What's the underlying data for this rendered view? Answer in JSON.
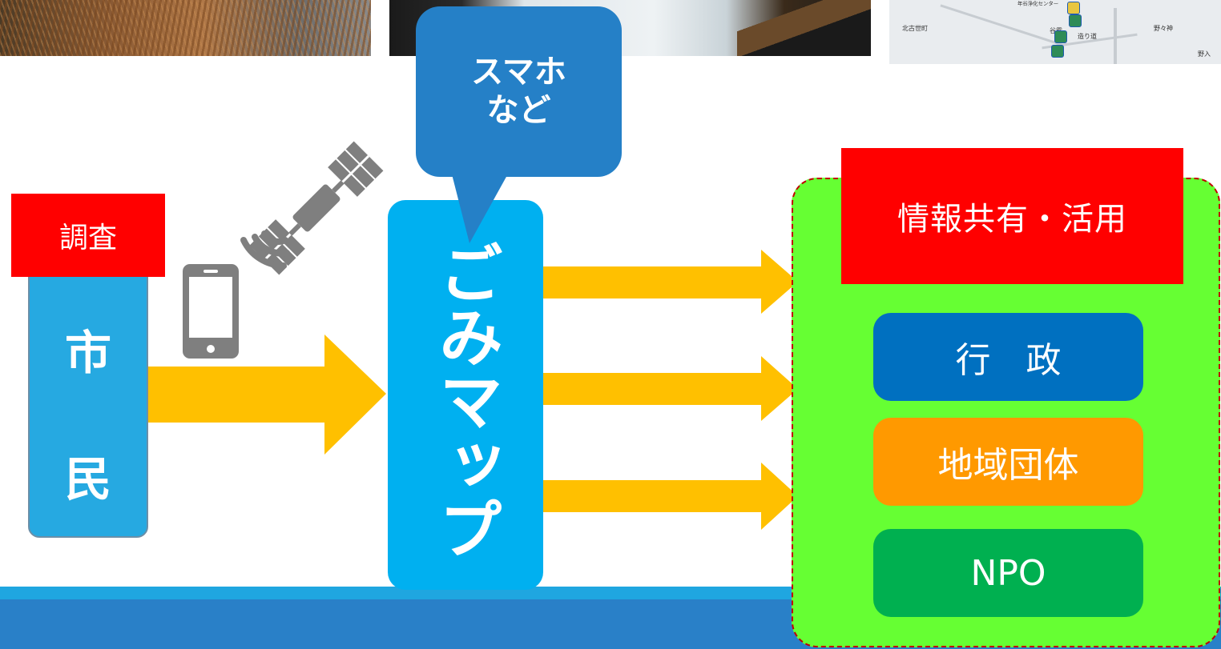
{
  "bubble": {
    "text": "スマホ\nなど"
  },
  "citizen": {
    "tag": "調査",
    "char1": "市",
    "char2": "民"
  },
  "map": {
    "label": "ごみマップ"
  },
  "share": {
    "title": "情報共有・活用",
    "items": [
      {
        "label": "行　政",
        "color": "#0070c0"
      },
      {
        "label": "地域団体",
        "color": "#ff9900"
      },
      {
        "label": "NPO",
        "color": "#00b050"
      }
    ]
  },
  "map_photo": {
    "labels": [
      "北古世町",
      "野々神",
      "造り道",
      "谷露",
      "野入",
      "年谷浄化センター"
    ]
  },
  "colors": {
    "arrow": "#ffc000",
    "citizen_box": "#26a9e1",
    "map_box": "#00b0f0",
    "share_area": "#66ff33",
    "bubble": "#2580c7"
  }
}
